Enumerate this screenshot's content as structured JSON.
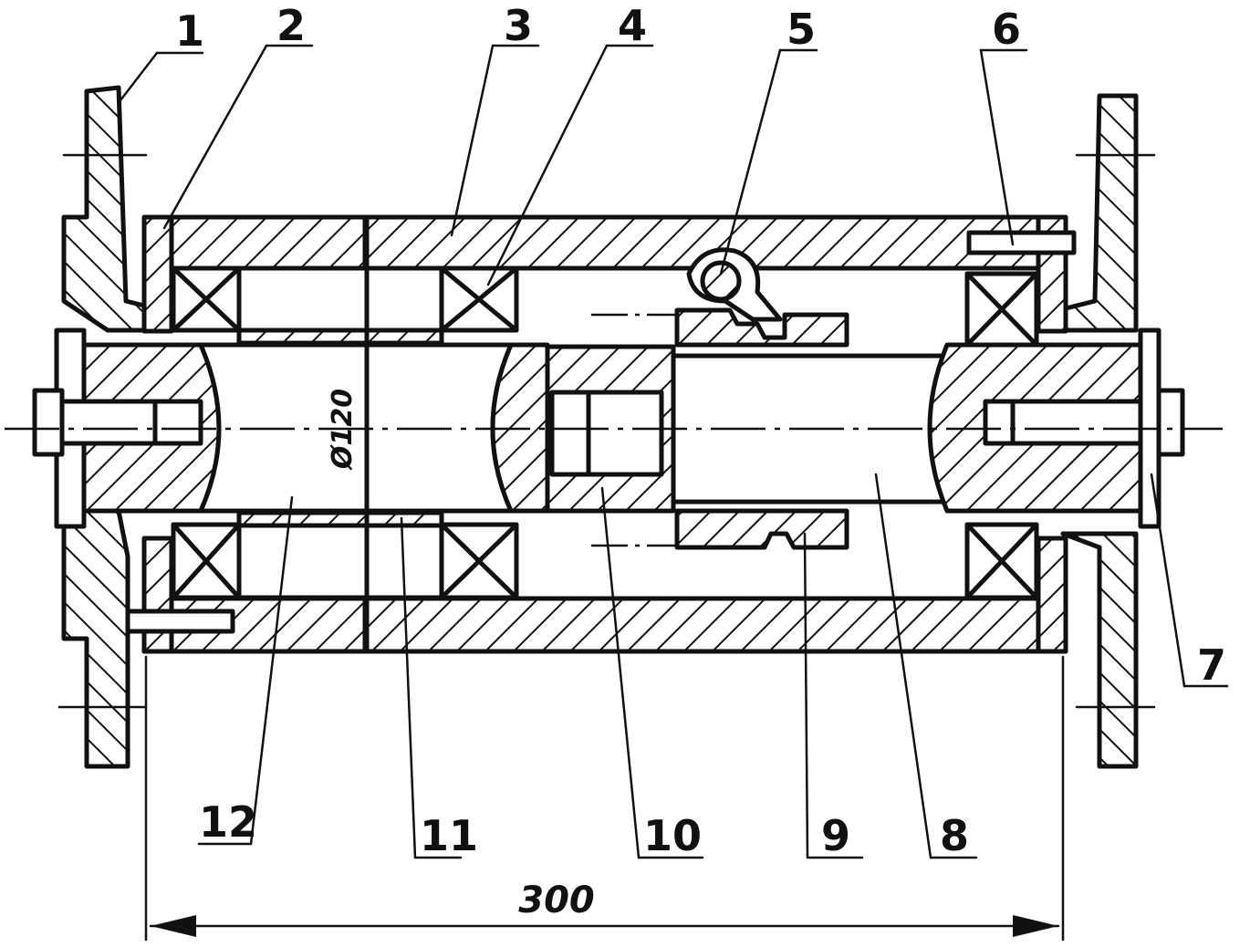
{
  "labels": {
    "l1": "1",
    "l2": "2",
    "l3": "3",
    "l4": "4",
    "l5": "5",
    "l6": "6",
    "l7": "7",
    "l8": "8",
    "l9": "9",
    "l10": "10",
    "l11": "11",
    "l12": "12"
  },
  "dimensions": {
    "length": "300",
    "diameter": "Ø120"
  }
}
